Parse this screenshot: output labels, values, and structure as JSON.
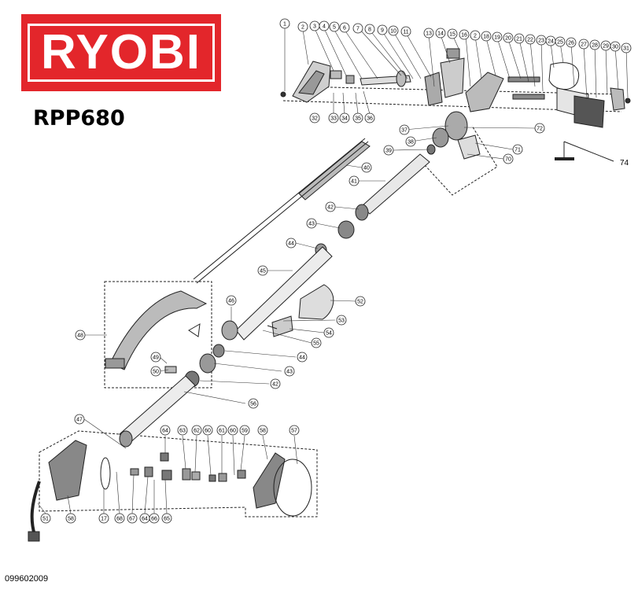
{
  "brand": {
    "name": "RYOBI",
    "color": "#e3262b"
  },
  "model": "RPP680",
  "doc_number": "099602009",
  "callouts": [
    {
      "id": "c1",
      "label": "1"
    },
    {
      "id": "c2a",
      "label": "2"
    },
    {
      "id": "c3",
      "label": "3"
    },
    {
      "id": "c4",
      "label": "4"
    },
    {
      "id": "c5",
      "label": "5"
    },
    {
      "id": "c6",
      "label": "6"
    },
    {
      "id": "c7",
      "label": "7"
    },
    {
      "id": "c8",
      "label": "8"
    },
    {
      "id": "c9",
      "label": "9"
    },
    {
      "id": "c10",
      "label": "10"
    },
    {
      "id": "c11",
      "label": "11"
    },
    {
      "id": "c13",
      "label": "13"
    },
    {
      "id": "c14",
      "label": "14"
    },
    {
      "id": "c15",
      "label": "15"
    },
    {
      "id": "c16",
      "label": "16"
    },
    {
      "id": "c2b",
      "label": "2"
    },
    {
      "id": "c18",
      "label": "18"
    },
    {
      "id": "c19",
      "label": "19"
    },
    {
      "id": "c20",
      "label": "20"
    },
    {
      "id": "c21",
      "label": "21"
    },
    {
      "id": "c22",
      "label": "22"
    },
    {
      "id": "c23",
      "label": "23"
    },
    {
      "id": "c24",
      "label": "24"
    },
    {
      "id": "c25",
      "label": "25"
    },
    {
      "id": "c26",
      "label": "26"
    },
    {
      "id": "c27",
      "label": "27"
    },
    {
      "id": "c28",
      "label": "28"
    },
    {
      "id": "c29",
      "label": "29"
    },
    {
      "id": "c30",
      "label": "30"
    },
    {
      "id": "c31",
      "label": "31"
    },
    {
      "id": "c33",
      "label": "33"
    },
    {
      "id": "c34",
      "label": "34"
    },
    {
      "id": "c35",
      "label": "35"
    },
    {
      "id": "c36",
      "label": "36"
    },
    {
      "id": "c32",
      "label": "32"
    },
    {
      "id": "c37",
      "label": "37"
    },
    {
      "id": "c38",
      "label": "38"
    },
    {
      "id": "c39",
      "label": "39"
    },
    {
      "id": "c72",
      "label": "72"
    },
    {
      "id": "c71",
      "label": "71"
    },
    {
      "id": "c70",
      "label": "70"
    },
    {
      "id": "c40",
      "label": "40"
    },
    {
      "id": "c41",
      "label": "41"
    },
    {
      "id": "c42a",
      "label": "42"
    },
    {
      "id": "c43a",
      "label": "43"
    },
    {
      "id": "c44a",
      "label": "44"
    },
    {
      "id": "c45",
      "label": "45"
    },
    {
      "id": "c52",
      "label": "52"
    },
    {
      "id": "c53",
      "label": "53"
    },
    {
      "id": "c54",
      "label": "54"
    },
    {
      "id": "c55",
      "label": "55"
    },
    {
      "id": "c46",
      "label": "46"
    },
    {
      "id": "c48",
      "label": "48"
    },
    {
      "id": "c49",
      "label": "49"
    },
    {
      "id": "c50",
      "label": "50"
    },
    {
      "id": "c44b",
      "label": "44"
    },
    {
      "id": "c43b",
      "label": "43"
    },
    {
      "id": "c42b",
      "label": "42"
    },
    {
      "id": "c56",
      "label": "56"
    },
    {
      "id": "c47",
      "label": "47"
    },
    {
      "id": "c64a",
      "label": "64"
    },
    {
      "id": "c63",
      "label": "63"
    },
    {
      "id": "c62",
      "label": "62"
    },
    {
      "id": "c60a",
      "label": "60"
    },
    {
      "id": "c61",
      "label": "61"
    },
    {
      "id": "c60b",
      "label": "60"
    },
    {
      "id": "c59",
      "label": "59"
    },
    {
      "id": "c58a",
      "label": "58"
    },
    {
      "id": "c57",
      "label": "57"
    },
    {
      "id": "c51",
      "label": "51"
    },
    {
      "id": "c58b",
      "label": "58"
    },
    {
      "id": "c17",
      "label": "17"
    },
    {
      "id": "c68",
      "label": "68"
    },
    {
      "id": "c67",
      "label": "67"
    },
    {
      "id": "c64b",
      "label": "64"
    },
    {
      "id": "c66",
      "label": "66"
    },
    {
      "id": "c65",
      "label": "65"
    }
  ],
  "label_74": "74"
}
